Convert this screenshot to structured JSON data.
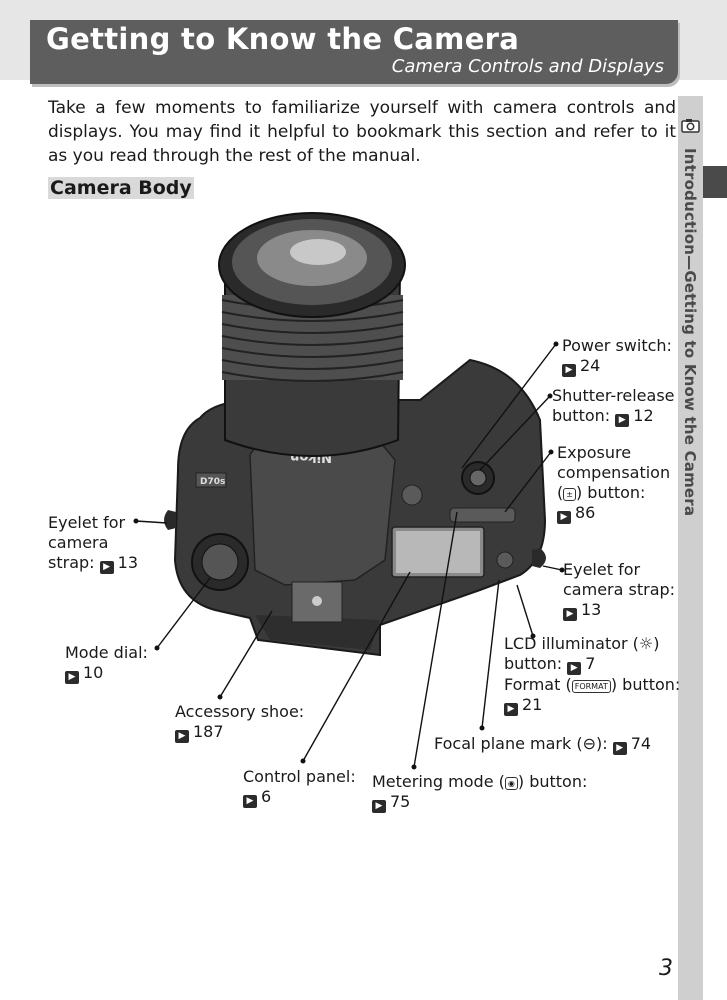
{
  "header": {
    "title": "Getting to Know the Camera",
    "subtitle": "Camera Controls and Displays"
  },
  "intro": "Take a few moments to familiarize yourself with camera controls and displays. You may find it helpful to bookmark this section and refer to it as you read through the rest of the manual.",
  "section_title": "Camera Body",
  "sidebar_label": "Introduction—Getting to Know the Camera",
  "camera_brand": "Nikon",
  "model_badge": "D70s",
  "callouts": {
    "power_switch": {
      "label": "Power switch:",
      "page": "24"
    },
    "shutter_release": {
      "label1": "Shutter-release",
      "label2": "button:",
      "page": "12"
    },
    "exposure_comp": {
      "label1": "Exposure",
      "label2": "compensation",
      "label3": ") button:",
      "page": "86"
    },
    "eyelet_left": {
      "label1": "Eyelet for",
      "label2": "camera",
      "label3": "strap:",
      "page": "13"
    },
    "eyelet_right": {
      "label1": "Eyelet for",
      "label2": "camera strap:",
      "page": "13"
    },
    "mode_dial": {
      "label": "Mode dial:",
      "page": "10"
    },
    "lcd_illuminator": {
      "label1": "LCD illuminator (",
      "label1b": ")",
      "label2": "button:",
      "page1": "7",
      "label3": "Format (",
      "label3b": ") button:",
      "page2": "21",
      "format_icon": "FORMAT"
    },
    "accessory_shoe": {
      "label": "Accessory shoe:",
      "page": "187"
    },
    "focal_plane": {
      "label": "Focal plane mark (",
      "label_b": "):",
      "page": "74"
    },
    "control_panel": {
      "label": "Control panel:",
      "page": "6"
    },
    "metering": {
      "label": "Metering mode (",
      "label_b": ") button:",
      "page": "75"
    }
  },
  "page_number": "3"
}
